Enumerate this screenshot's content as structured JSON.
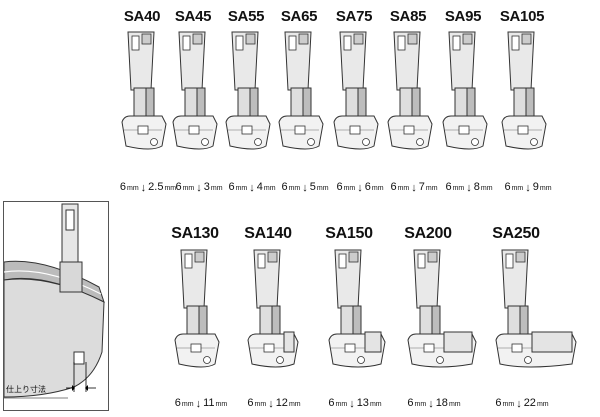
{
  "row1": [
    {
      "label": "SA40",
      "left": "6",
      "right": "2.5"
    },
    {
      "label": "SA45",
      "left": "6",
      "right": "3"
    },
    {
      "label": "SA55",
      "left": "6",
      "right": "4"
    },
    {
      "label": "SA65",
      "left": "6",
      "right": "5"
    },
    {
      "label": "SA75",
      "left": "6",
      "right": "6"
    },
    {
      "label": "SA85",
      "left": "6",
      "right": "7"
    },
    {
      "label": "SA95",
      "left": "6",
      "right": "8"
    },
    {
      "label": "SA105",
      "left": "6",
      "right": "9"
    }
  ],
  "row2": [
    {
      "label": "SA130",
      "left": "6",
      "right": "11"
    },
    {
      "label": "SA140",
      "left": "6",
      "right": "12"
    },
    {
      "label": "SA150",
      "left": "6",
      "right": "13"
    },
    {
      "label": "SA200",
      "left": "6",
      "right": "18"
    },
    {
      "label": "SA250",
      "left": "6",
      "right": "22"
    }
  ],
  "unit": "mm",
  "inset_caption": "仕上り寸法"
}
